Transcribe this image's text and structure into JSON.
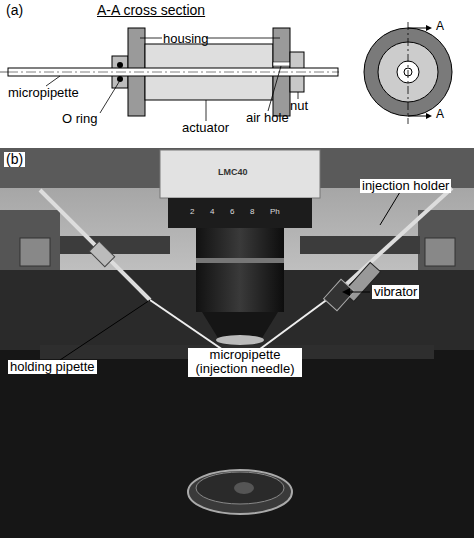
{
  "diagram": {
    "labels": [
      "(a)",
      "A-A cross section",
      "housing",
      "micropipette",
      "O ring",
      "actuator",
      "air hole",
      "nut",
      "A",
      "A",
      "(b)",
      "LMC40",
      "2",
      "4",
      "6",
      "8",
      "Ph",
      "injection holder",
      "vibrator",
      "holding pipette",
      "micropipette (injection needle)"
    ]
  }
}
